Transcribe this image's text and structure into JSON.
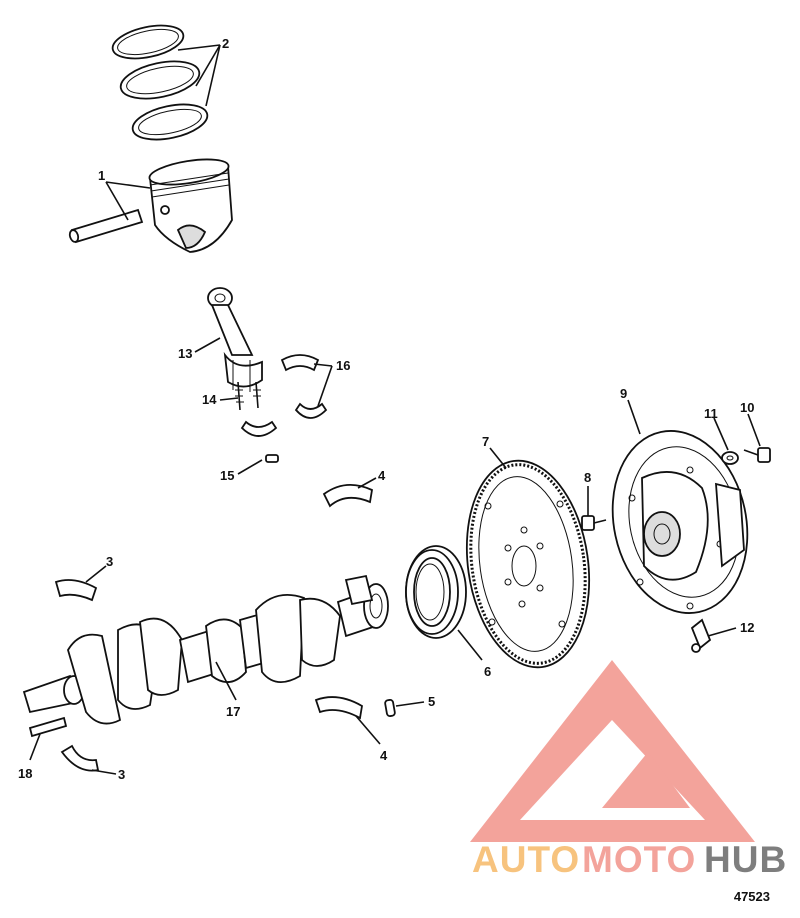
{
  "callouts": {
    "c1": "1",
    "c2": "2",
    "c3a": "3",
    "c3b": "3",
    "c4a": "4",
    "c4b": "4",
    "c5": "5",
    "c6": "6",
    "c7": "7",
    "c8": "8",
    "c9": "9",
    "c10": "10",
    "c11": "11",
    "c12": "12",
    "c13": "13",
    "c14": "14",
    "c15": "15",
    "c16": "16",
    "c17": "17",
    "c18": "18"
  },
  "drawing_number": "47523",
  "watermark": {
    "word_auto": "AUTO",
    "word_moto": "MOTO",
    "word_hub": "HUB",
    "color_logo": "#f08a80",
    "color_auto": "#f5b35a",
    "color_moto": "#f08a80",
    "color_hub": "#5a5a5a"
  }
}
